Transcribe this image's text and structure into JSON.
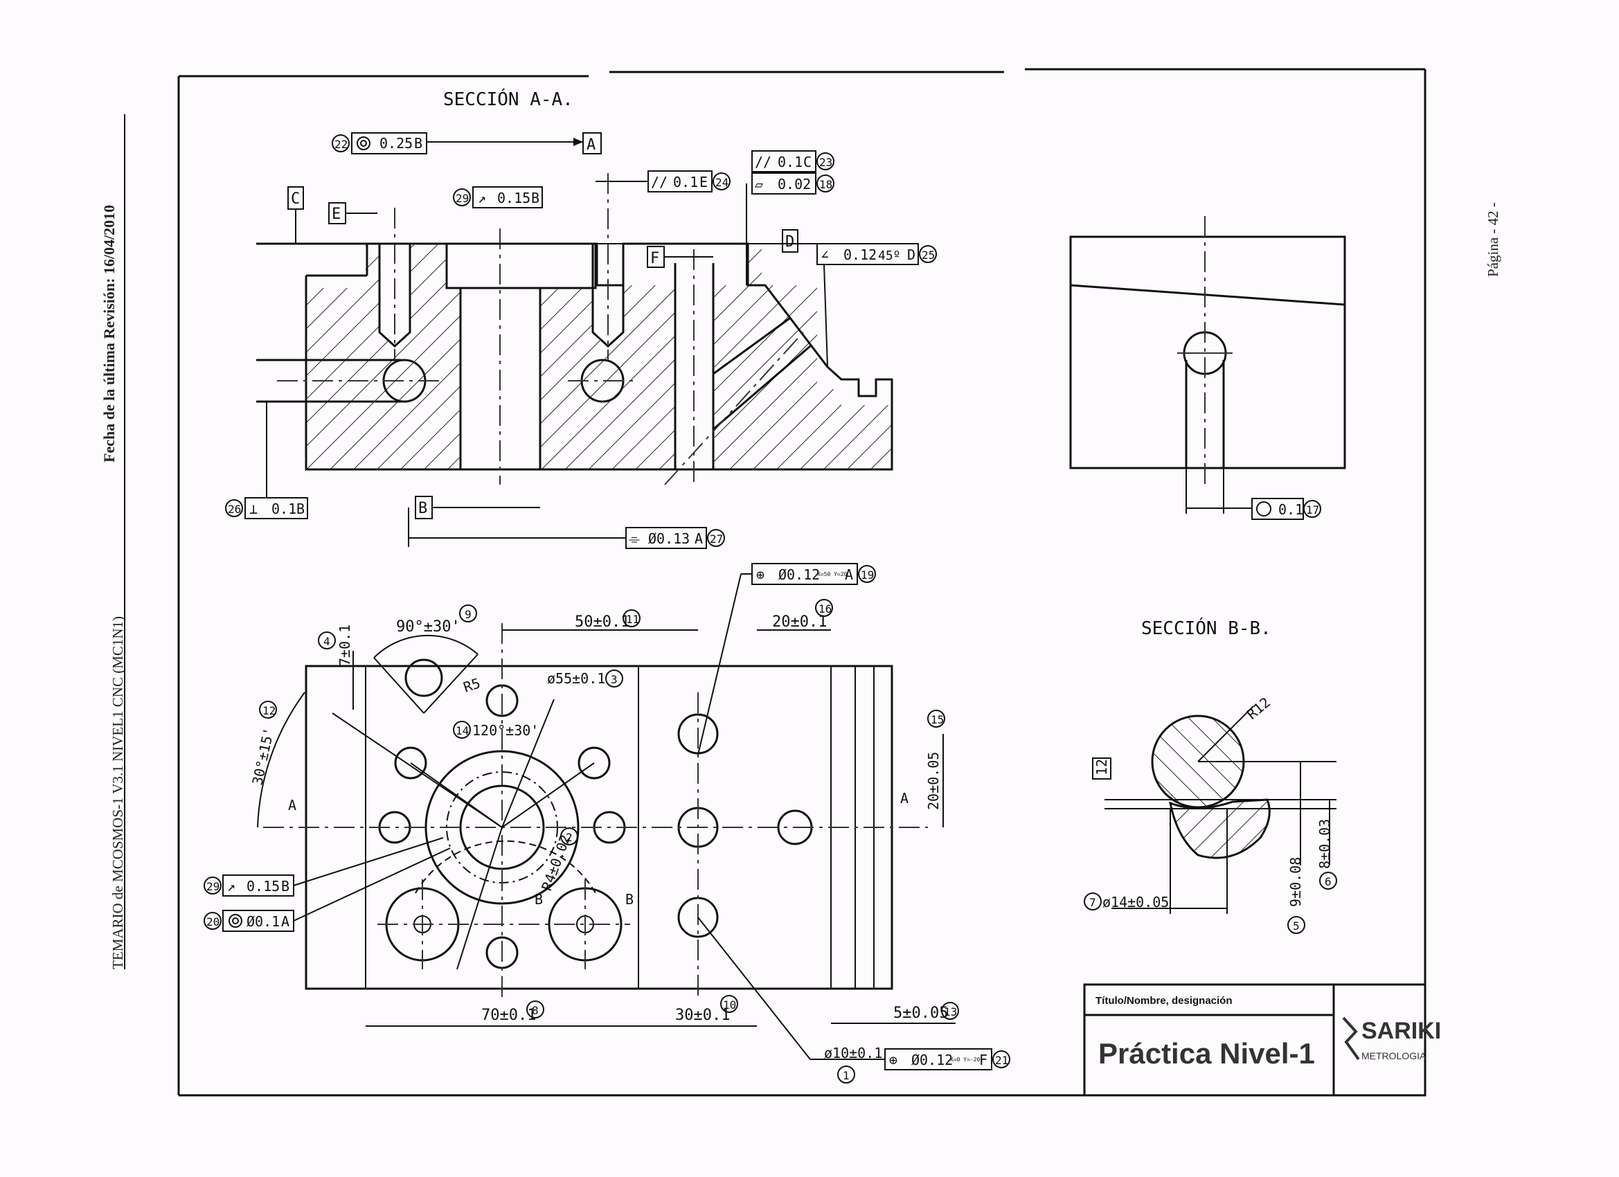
{
  "page": {
    "margin_left_text": "TEMARIO de MCOSMOS-1 V3.1 NIVEL1 CNC (MC1N1)",
    "margin_left_revision": "Fecha de la última Revisión: 16/04/2010",
    "margin_right_page": "Página - 42 -"
  },
  "views": {
    "section_aa_title": "SECCIÓN A-A.",
    "section_bb_title": "SECCIÓN B-B."
  },
  "title_block": {
    "label": "Título/Nombre, designación",
    "title": "Práctica Nivel-1",
    "logo_name": "SARIKI",
    "logo_sub": "METROLOGIA"
  },
  "datums": [
    "A",
    "B",
    "C",
    "D",
    "E",
    "F"
  ],
  "fcf": {
    "c22": {
      "n": "22",
      "tol": "0.25",
      "ref": "B"
    },
    "c29a": {
      "n": "29",
      "tol": "0.15",
      "ref": "B"
    },
    "c24": {
      "n": "24",
      "sym": "//",
      "tol": "0.1",
      "ref": "E"
    },
    "c23": {
      "n": "23",
      "sym": "//",
      "tol": "0.1",
      "ref": "C"
    },
    "c18": {
      "n": "18",
      "tol": "0.02"
    },
    "c25": {
      "n": "25",
      "tol": "0.12",
      "angle": "45º",
      "ref": "D"
    },
    "c26": {
      "n": "26",
      "sym": "⊥",
      "tol": "0.1",
      "ref": "B"
    },
    "c27": {
      "n": "27",
      "sym": "⌯",
      "tol": "Ø0.13",
      "ref": "A"
    },
    "c17": {
      "n": "17",
      "tol": "0.1"
    },
    "c19": {
      "n": "19",
      "sym": "⊕",
      "tol": "Ø0.12",
      "pos": "X=50 Y=20",
      "ref": "A"
    },
    "c29b": {
      "n": "29",
      "tol": "0.15",
      "ref": "B"
    },
    "c20": {
      "n": "20",
      "tol": "Ø0.1",
      "ref": "A"
    },
    "c21": {
      "n": "21",
      "sym": "⊕",
      "tol": "Ø0.12",
      "pos": "X=0 Y=-20",
      "ref": "F"
    }
  },
  "dims": {
    "d9": {
      "n": "9",
      "text": "90°±30'"
    },
    "d4": {
      "n": "4",
      "text": "7±0.1"
    },
    "d11": {
      "n": "11",
      "text": "50±0.1"
    },
    "d16": {
      "n": "16",
      "text": "20±0.1"
    },
    "d3": {
      "n": "3",
      "text": "ø55±0.1"
    },
    "r5": {
      "text": "R5"
    },
    "d12": {
      "n": "12",
      "text": "30°±15'"
    },
    "d14": {
      "n": "14",
      "text": "120°±30'"
    },
    "d15": {
      "n": "15",
      "text": "20±0.05"
    },
    "d2": {
      "n": "2",
      "text": "R4±0.02"
    },
    "d8": {
      "n": "8",
      "text": "70±0.1"
    },
    "d10": {
      "n": "10",
      "text": "30±0.1"
    },
    "d13": {
      "n": "13",
      "text": "5±0.05"
    },
    "d1": {
      "n": "1",
      "text": "ø10±0.1"
    },
    "r12": {
      "text": "R12"
    },
    "d7": {
      "n": "7",
      "text": "ø14±0.05"
    },
    "d5": {
      "n": "5",
      "text": "9±0.08"
    },
    "d6": {
      "n": "6",
      "text": "8±0.03"
    }
  }
}
